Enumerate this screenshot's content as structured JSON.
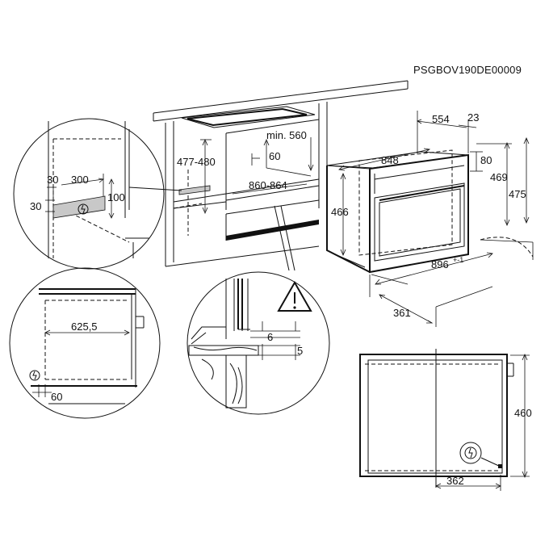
{
  "figure_code": "PSGBOV190DE00009",
  "main_view": {
    "niche_depth_label": "min. 560",
    "recess_label": "60",
    "niche_height_label": "477-480",
    "niche_width_label": "860-864"
  },
  "appliance": {
    "depth_554": "554",
    "front_23": "23",
    "width_848": "848",
    "top_80": "80",
    "height_469": "469",
    "height_475": "475",
    "height_466": "466",
    "width_896": "896",
    "tolerance": "+-1",
    "depth_361": "361"
  },
  "detail_socket": {
    "dim_30_h": "30",
    "dim_300": "300",
    "dim_30_v": "30",
    "dim_100": "100"
  },
  "detail_side": {
    "width": "625,5",
    "offset": "60"
  },
  "detail_section": {
    "dim_6": "6",
    "dim_5": "5"
  },
  "rear_view": {
    "height": "460",
    "width": "362"
  },
  "icons": [
    "power-outlet-icon",
    "warning-triangle-icon"
  ]
}
